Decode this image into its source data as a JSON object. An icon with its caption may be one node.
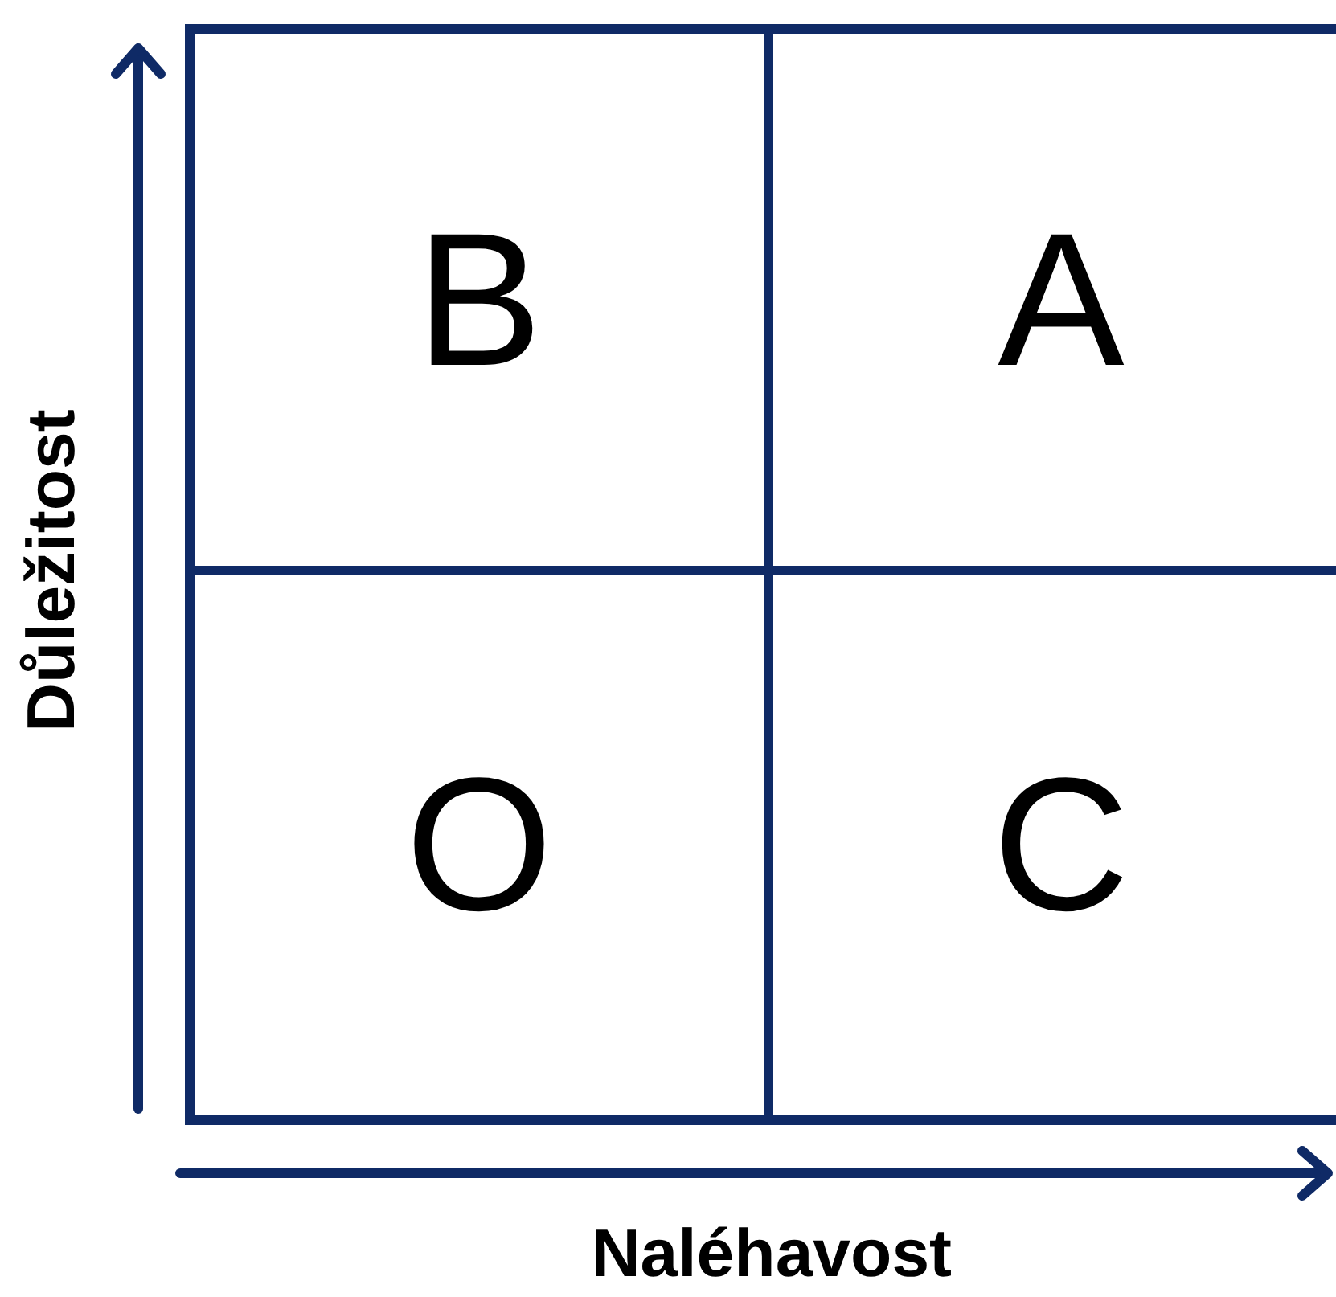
{
  "diagram": {
    "nodes": [
      {
        "text": [
          "B"
        ]
      },
      {
        "text": [
          "A"
        ]
      },
      {
        "text": [
          "O"
        ]
      },
      {
        "text": [
          "C"
        ]
      }
    ],
    "labels": [
      "Důležitost",
      "Naléhavost"
    ]
  }
}
